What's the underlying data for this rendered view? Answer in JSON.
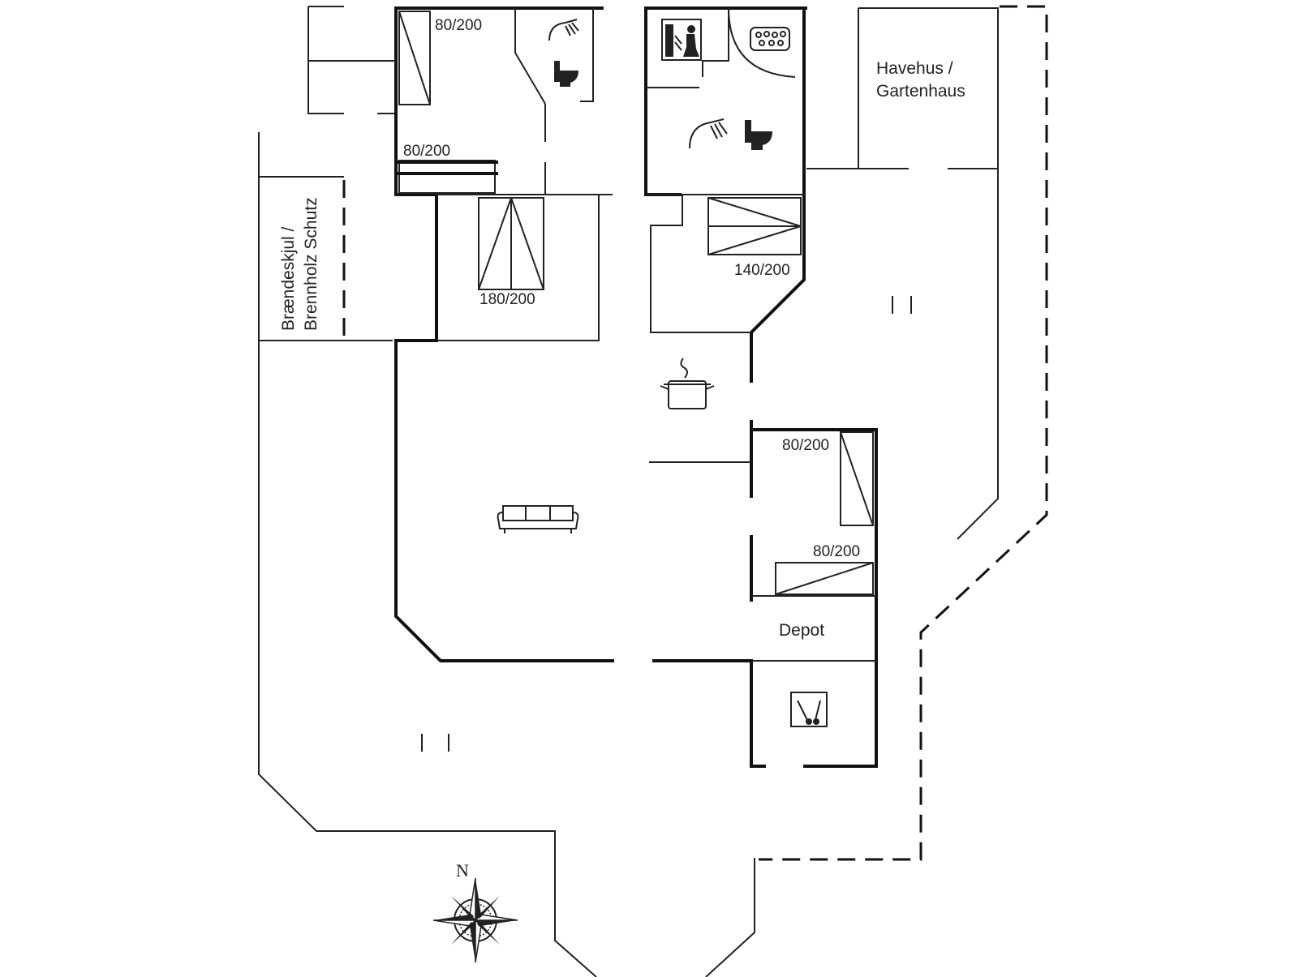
{
  "labels": {
    "bed_1": "80/200",
    "bed_2": "80/200",
    "bed_3": "180/200",
    "bed_4": "140/200",
    "bed_5": "80/200",
    "bed_6": "80/200",
    "garden_house_line1": "Havehus /",
    "garden_house_line2": "Gartenhaus",
    "woodshed_line1": "Brændeskjul /",
    "woodshed_line2": "Brennholz Schutz",
    "depot": "Depot",
    "compass": "N"
  },
  "icons": [
    "shower-icon",
    "toilet-icon",
    "sauna-icon",
    "jacuzzi-icon",
    "kitchen-pot-icon",
    "sofa-icon",
    "washing-machine-icon",
    "compass-icon"
  ]
}
